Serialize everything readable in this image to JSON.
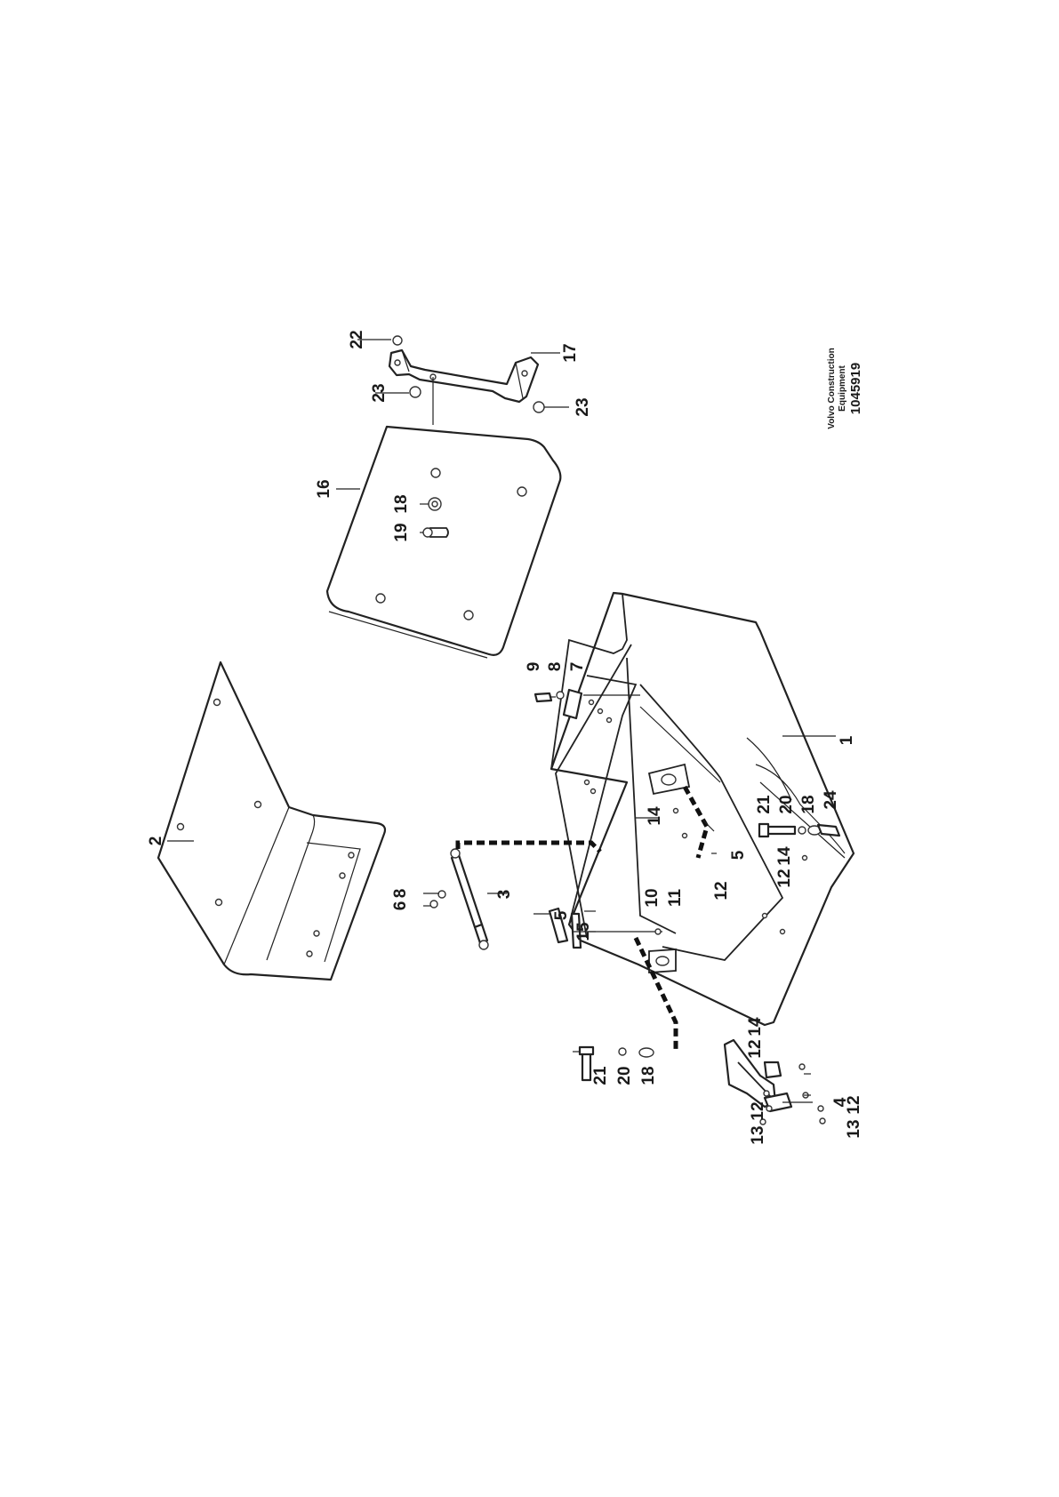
{
  "diagram": {
    "callouts": {
      "c1": "1",
      "c2": "2",
      "c3": "3",
      "c4": "4",
      "c5a": "5",
      "c5b": "5",
      "c6": "6",
      "c7": "7",
      "c8a": "8",
      "c8b": "8",
      "c9": "9",
      "c10": "10",
      "c11": "11",
      "c12a": "12",
      "c12b": "12",
      "c12c": "12",
      "c12d": "12",
      "c12e": "12",
      "c13a": "13",
      "c13b": "13",
      "c14a": "14",
      "c14b": "14",
      "c14c": "14",
      "c15": "15",
      "c16": "16",
      "c17": "17",
      "c18a": "18",
      "c18b": "18",
      "c18c": "18",
      "c19": "19",
      "c20a": "20",
      "c20b": "20",
      "c21a": "21",
      "c21b": "21",
      "c22": "22",
      "c23a": "23",
      "c23b": "23",
      "c24": "24"
    },
    "brand_line1": "Volvo Construction",
    "brand_line2": "Equipment",
    "doc_number": "1045919"
  }
}
